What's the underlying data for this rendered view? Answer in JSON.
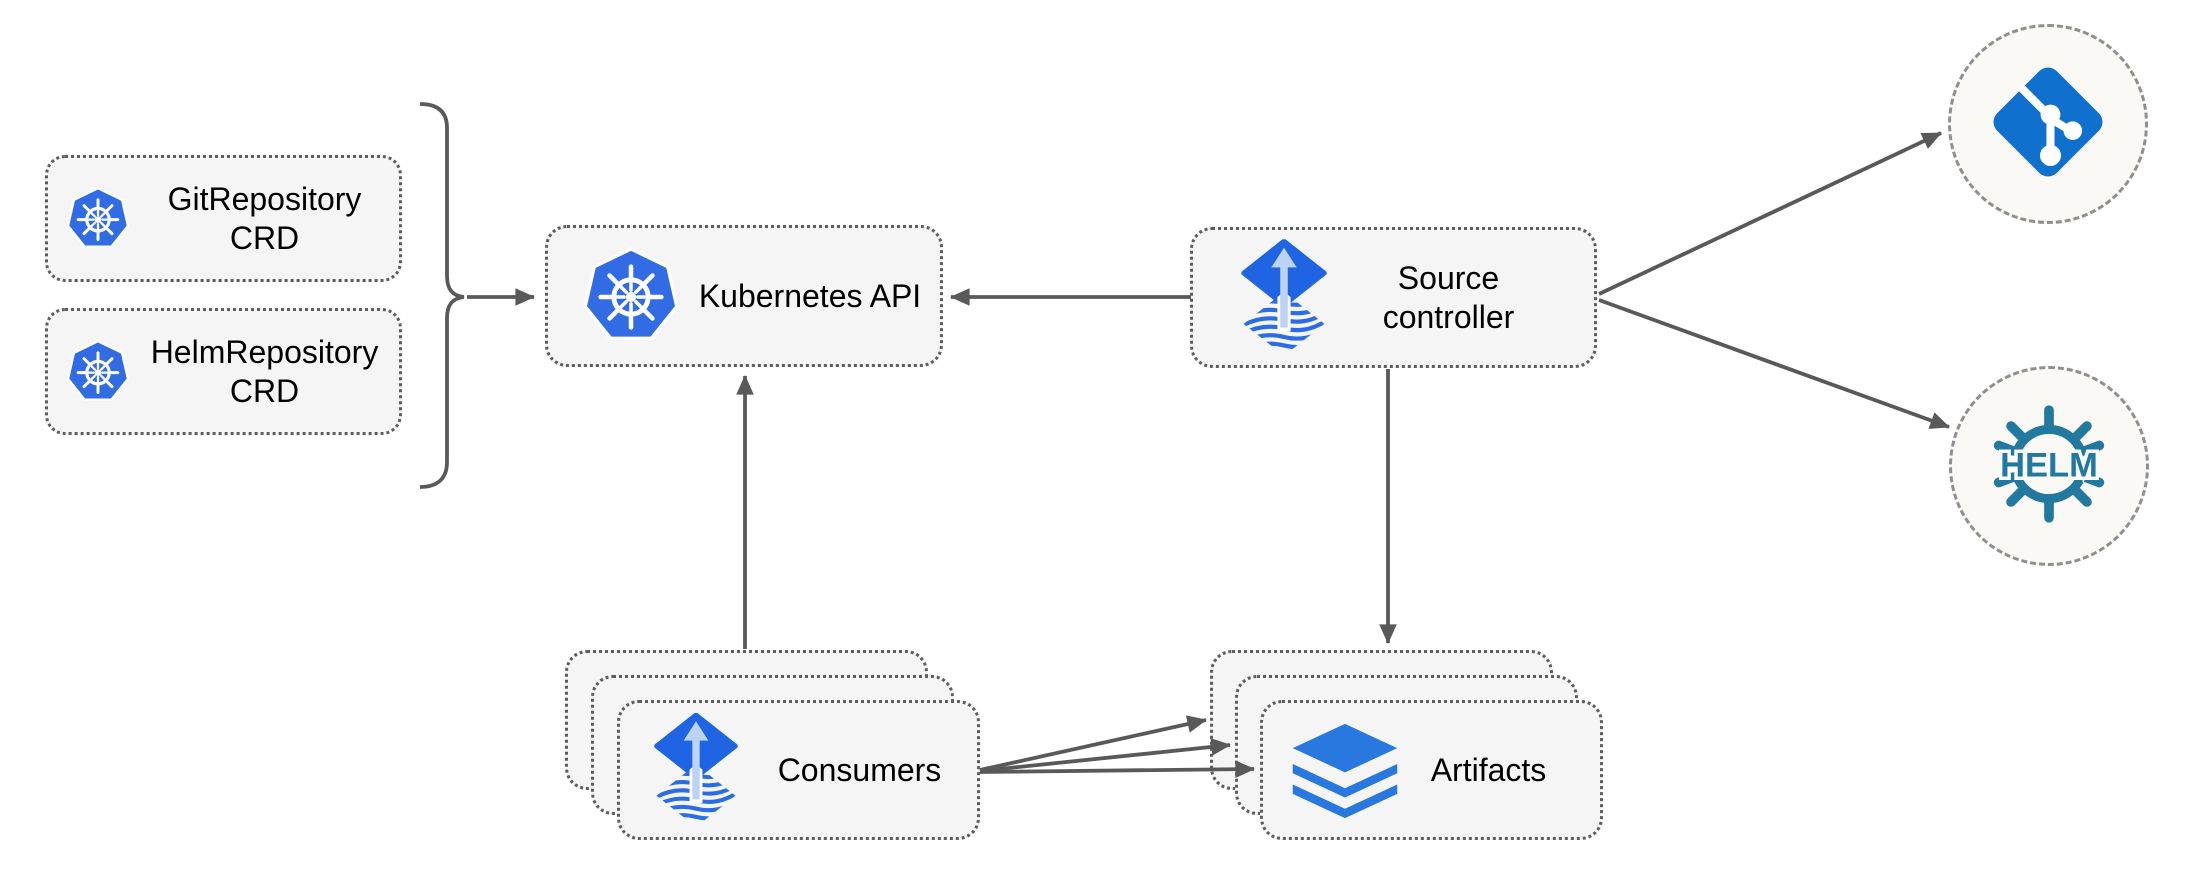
{
  "diagram": {
    "nodes": {
      "git_repository_crd": {
        "line1": "GitRepository",
        "line2": "CRD",
        "icon": "kubernetes-icon"
      },
      "helm_repository_crd": {
        "line1": "HelmRepository",
        "line2": "CRD",
        "icon": "kubernetes-icon"
      },
      "kubernetes_api": {
        "label": "Kubernetes API",
        "icon": "kubernetes-icon"
      },
      "source_controller": {
        "line1": "Source",
        "line2": "controller",
        "icon": "flux-icon"
      },
      "consumers": {
        "label": "Consumers",
        "icon": "flux-icon",
        "stacked_copies": 3
      },
      "artifacts": {
        "label": "Artifacts",
        "icon": "layers-icon",
        "stacked_copies": 3
      },
      "git_remote": {
        "icon": "git-icon"
      },
      "helm_remote": {
        "icon": "helm-icon",
        "logo_text": "HELM"
      }
    },
    "edges": [
      {
        "from": "git_repository_crd / helm_repository_crd",
        "to": "kubernetes_api",
        "via": "curly-brace",
        "arrow": true
      },
      {
        "from": "source_controller",
        "to": "kubernetes_api",
        "arrow": true
      },
      {
        "from": "consumers",
        "to": "kubernetes_api",
        "arrow": true
      },
      {
        "from": "source_controller",
        "to": "artifacts",
        "arrow": true
      },
      {
        "from": "source_controller",
        "to": "git_remote",
        "arrow": true
      },
      {
        "from": "source_controller",
        "to": "helm_remote",
        "arrow": true
      },
      {
        "from": "consumers",
        "to": "artifacts",
        "arrow": true,
        "count": 3
      }
    ],
    "colors": {
      "kubernetes_blue": "#326CE5",
      "flux_blue": "#1F64E2",
      "flux_arrow_light": "#BDD3F3",
      "git_blue": "#1070CE",
      "helm_teal": "#21799F",
      "layers_blue": "#2878DF",
      "node_fill": "#F5F5F5",
      "circle_fill": "#FAF9F5",
      "connector_gray": "#595959",
      "border_gray": "#5D5D5D",
      "text_color": "#000000"
    }
  }
}
